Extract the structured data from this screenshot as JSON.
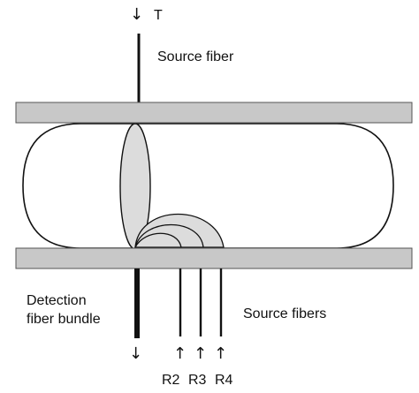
{
  "labels": {
    "top_arrow": "↓",
    "top_t": "T",
    "source_fiber": "Source fiber",
    "detection_line1": "Detection",
    "detection_line2": "fiber bundle",
    "source_fibers": "Source fibers",
    "bottom_arrow": "↓",
    "r2_arrow": "↑",
    "r3_arrow": "↑",
    "r4_arrow": "↑",
    "r2": "R2",
    "r3": "R3",
    "r4": "R4"
  },
  "colors": {
    "plate_fill": "#c8c8c8",
    "plate_stroke": "#555555",
    "path_fill": "#dcdcdc",
    "line": "#111111",
    "background": "#ffffff"
  },
  "icons": {
    "top_arrow": "down-arrow-icon",
    "bottom_arrow": "down-arrow-icon",
    "source_arrows": "up-arrow-icon"
  }
}
